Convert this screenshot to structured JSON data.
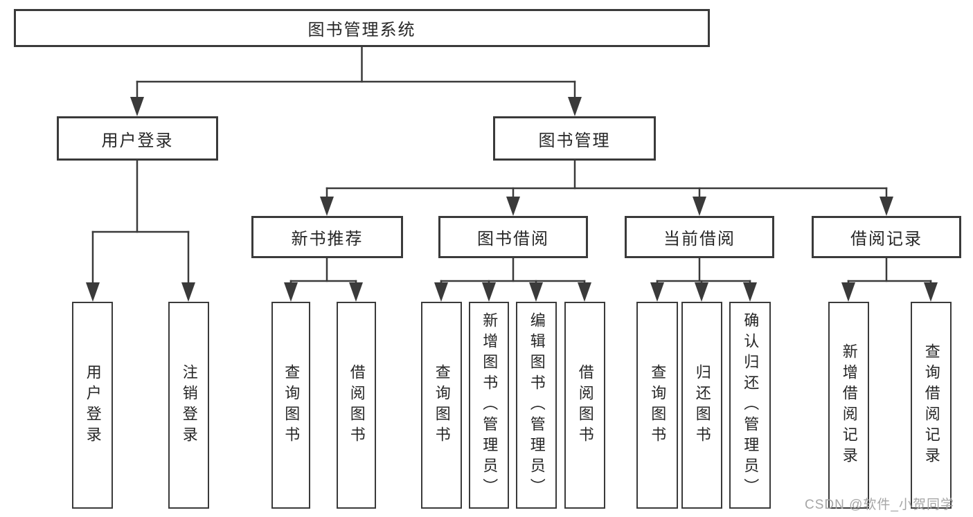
{
  "tree": {
    "root": {
      "label": "图书管理系统"
    },
    "branches": [
      {
        "label": "用户登录",
        "children": [
          {
            "label": "用户登录"
          },
          {
            "label": "注销登录"
          }
        ]
      },
      {
        "label": "图书管理",
        "children": [
          {
            "label": "新书推荐",
            "children": [
              {
                "label": "查询图书"
              },
              {
                "label": "借阅图书"
              }
            ]
          },
          {
            "label": "图书借阅",
            "children": [
              {
                "label": "查询图书"
              },
              {
                "label": "新增图书（管理员）"
              },
              {
                "label": "编辑图书（管理员）"
              },
              {
                "label": "借阅图书"
              }
            ]
          },
          {
            "label": "当前借阅",
            "children": [
              {
                "label": "查询图书"
              },
              {
                "label": "归还图书"
              },
              {
                "label": "确认归还（管理员）"
              }
            ]
          },
          {
            "label": "借阅记录",
            "children": [
              {
                "label": "新增借阅记录"
              },
              {
                "label": "查询借阅记录"
              }
            ]
          }
        ]
      }
    ]
  },
  "watermark": {
    "text": "CSDN @软件_小贺同学"
  },
  "colors": {
    "line": "#3a3a3a",
    "text": "#262626",
    "background": "#ffffff",
    "watermark": "#a6a6a6"
  }
}
